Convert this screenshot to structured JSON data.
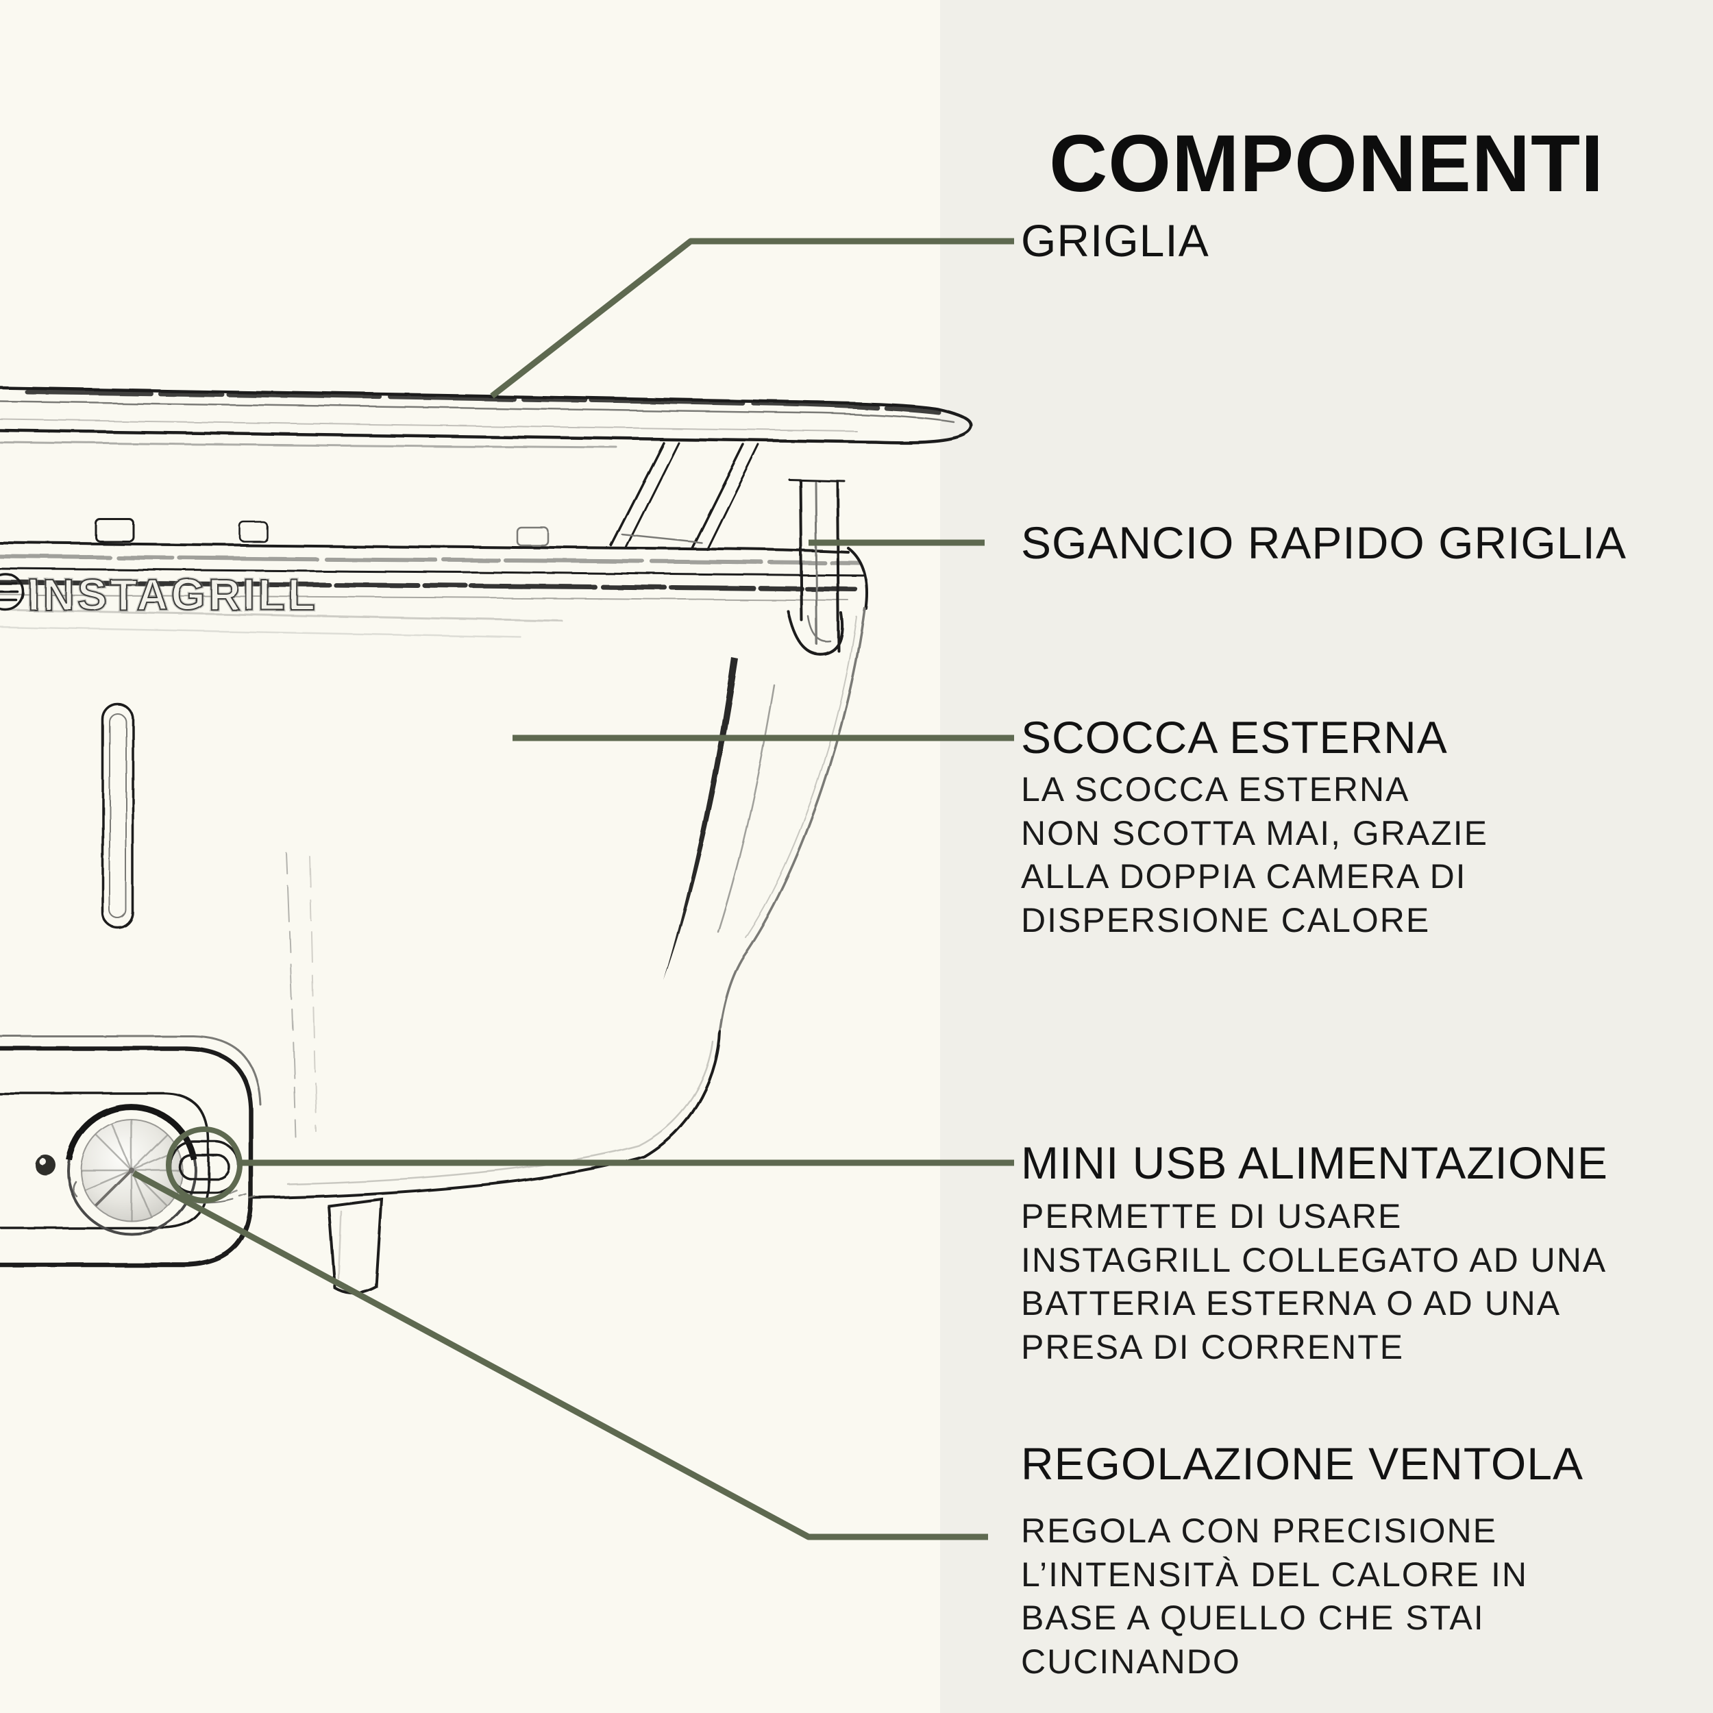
{
  "colors": {
    "background": "#FAF9F1",
    "panel": "#F0EFE9",
    "ink": "#141414",
    "leader": "#5E6950"
  },
  "title": "COMPONENTI",
  "product_logo": "INSTAGRILL",
  "sections": [
    {
      "id": "griglia",
      "label": "GRIGLIA",
      "body": []
    },
    {
      "id": "sgancio-rapido",
      "label": "SGANCIO RAPIDO GRIGLIA",
      "body": []
    },
    {
      "id": "scocca-esterna",
      "label": "SCOCCA ESTERNA",
      "body": [
        "LA SCOCCA ESTERNA",
        "NON SCOTTA MAI, GRAZIE",
        "ALLA DOPPIA CAMERA DI",
        "DISPERSIONE CALORE"
      ]
    },
    {
      "id": "mini-usb",
      "label": "MINI USB ALIMENTAZIONE",
      "body": [
        "PERMETTE DI USARE",
        "INSTAGRILL COLLEGATO AD UNA",
        "BATTERIA ESTERNA O AD UNA",
        "PRESA DI CORRENTE"
      ]
    },
    {
      "id": "regolazione-ventola",
      "label": "REGOLAZIONE VENTOLA",
      "body": [
        "REGOLA CON PRECISIONE",
        "L’INTENSITÀ DEL CALORE IN",
        "BASE A QUELLO CHE STAI",
        "CUCINANDO"
      ]
    }
  ]
}
